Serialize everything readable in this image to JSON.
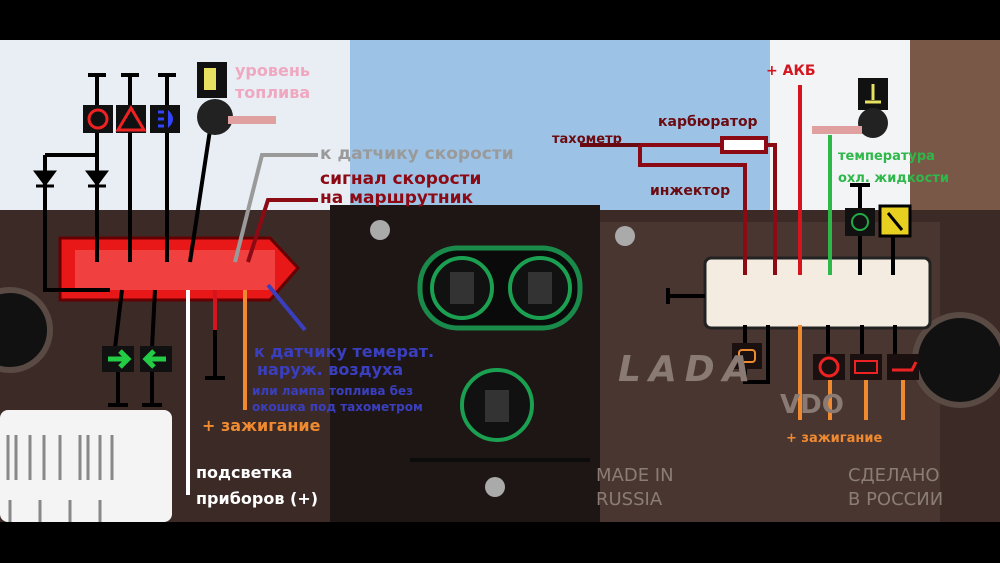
{
  "labels": {
    "fuel_level": [
      "уровень",
      "топлива"
    ],
    "speed_sensor": "к датчику скорости",
    "speed_signal": [
      "сигнал скорости",
      "на маршрутник"
    ],
    "outside_temp": [
      "к датчику темерат.",
      "наруж. воздуха"
    ],
    "fuel_lamp": [
      "или лампа топлива без",
      "окошка под тахометром"
    ],
    "ignition_left": "+ зажигание",
    "backlight": [
      "подсветка",
      "приборов (+)"
    ],
    "battery": "+ АКБ",
    "carburetor": "карбюратор",
    "tachometer": "тахометр",
    "injector": "инжектор",
    "coolant_temp": [
      "температура",
      "охл. жидкости"
    ],
    "ignition_right": "+ зажигание"
  },
  "panel_text": {
    "made_in": [
      "MADE IN",
      "RUSSIA"
    ],
    "made_in_ru": [
      "СДЕЛАНО",
      "В РОССИИ"
    ],
    "brand": "LADA",
    "maker": "VDO"
  },
  "colors": {
    "dark_red": "#8b0a14",
    "red": "#d4141e",
    "orange": "#f08a30",
    "blue": "#3a3fc0",
    "green": "#2eb84a",
    "gray": "#9a9a9a",
    "pink": "#f0a8c0",
    "white": "#ffffff",
    "black": "#000000"
  },
  "icons": [
    "fuel-pump-icon",
    "brake-warning-icon",
    "hazard-icon",
    "high-beam-icon",
    "turn-left-icon",
    "turn-right-icon",
    "check-engine-icon",
    "parking-brake-icon",
    "battery-icon",
    "oil-pressure-icon",
    "coolant-temp-icon",
    "glow-plug-icon",
    "seatbelt-icon"
  ]
}
